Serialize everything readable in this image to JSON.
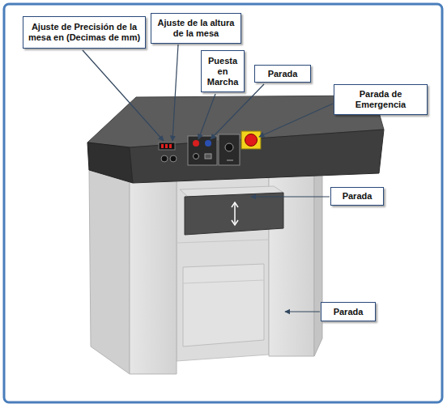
{
  "diagram": {
    "nodes": [
      {
        "text": [
          "Ajuste de Precisión de la mesa en (Decimas de mm)"
        ]
      },
      {
        "text": [
          "Ajuste de la altura de la mesa"
        ]
      },
      {
        "text": [
          "Puesta en Marcha"
        ]
      },
      {
        "text": [
          "Parada"
        ]
      },
      {
        "text": [
          "Parada de Emergencia"
        ]
      },
      {
        "text": [
          "Parada"
        ]
      },
      {
        "text": [
          "Parada"
        ]
      }
    ]
  }
}
